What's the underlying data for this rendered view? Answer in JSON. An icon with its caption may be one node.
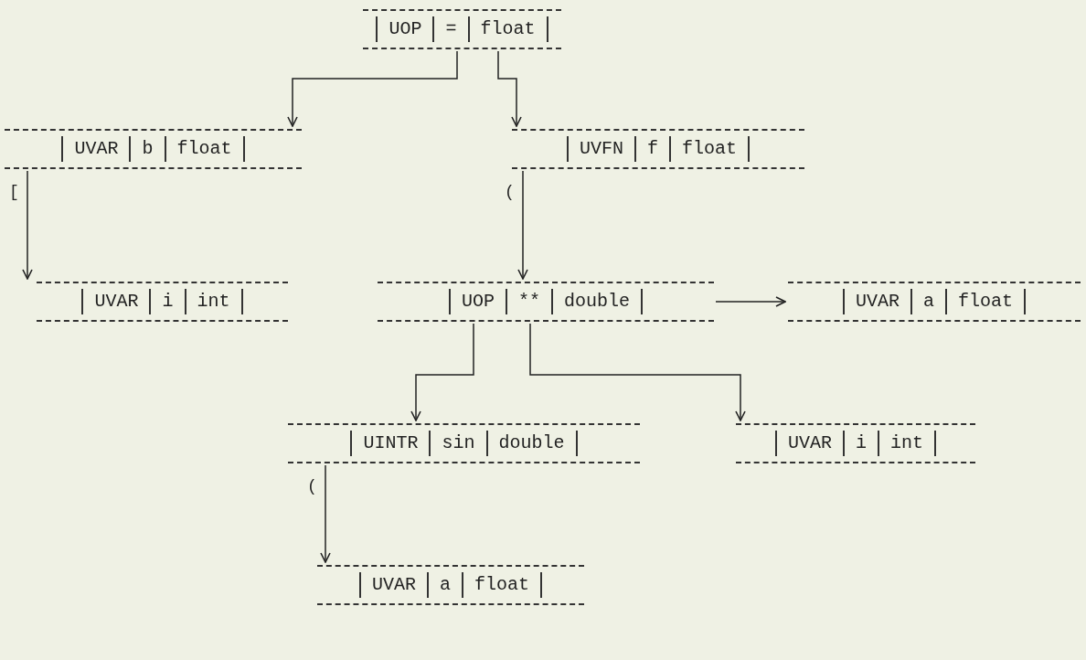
{
  "diagram": {
    "nodes": [
      {
        "text": [
          "UOP",
          "=",
          "float"
        ]
      },
      {
        "text": [
          "UVAR",
          "b",
          "float"
        ]
      },
      {
        "text": [
          "UVFN",
          "f",
          "float"
        ]
      },
      {
        "text": [
          "UVAR",
          "i",
          "int"
        ]
      },
      {
        "text": [
          "UOP",
          "**",
          "double"
        ]
      },
      {
        "text": [
          "UVAR",
          "a",
          "float"
        ]
      },
      {
        "text": [
          "UINTR",
          "sin",
          "double"
        ]
      },
      {
        "text": [
          "UVAR",
          "i",
          "int"
        ]
      },
      {
        "text": [
          "UVAR",
          "a",
          "float"
        ]
      }
    ],
    "edges": [
      {
        "from": 0,
        "to": 1,
        "arrow": "to"
      },
      {
        "from": 0,
        "to": 2,
        "arrow": "to"
      },
      {
        "from": 1,
        "to": 3,
        "arrow": "to",
        "label": "["
      },
      {
        "from": 2,
        "to": 4,
        "arrow": "to",
        "label": "("
      },
      {
        "from": 4,
        "to": 5,
        "arrow": "to"
      },
      {
        "from": 4,
        "to": 6,
        "arrow": "to"
      },
      {
        "from": 4,
        "to": 7,
        "arrow": "to"
      },
      {
        "from": 6,
        "to": 8,
        "arrow": "to",
        "label": "("
      }
    ]
  }
}
